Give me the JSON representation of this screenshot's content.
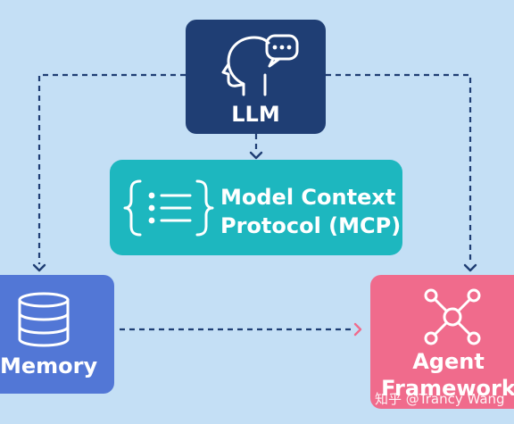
{
  "nodes": {
    "llm": {
      "label": "LLM",
      "icon": "head-with-speech-bubble-icon"
    },
    "mcp": {
      "line1": "Model Context",
      "line2": "Protocol (MCP)",
      "icon": "curly-brace-list-icon"
    },
    "memory": {
      "label": "Memory",
      "icon": "database-icon"
    },
    "agent": {
      "line1": "Agent",
      "line2": "Framework",
      "icon": "network-hub-icon"
    }
  },
  "edges": [
    {
      "from": "llm",
      "to": "mcp",
      "style": "dashed",
      "color": "#1f3e74"
    },
    {
      "from": "llm",
      "to": "memory",
      "style": "dashed",
      "color": "#1f3e74"
    },
    {
      "from": "llm",
      "to": "agent",
      "style": "dashed",
      "color": "#1f3e74"
    },
    {
      "from": "memory",
      "to": "agent",
      "style": "dashed",
      "color": "#1f3e74",
      "arrow_color": "#f06b8c"
    }
  ],
  "colors": {
    "background": "#c4dff5",
    "llm": "#1f3e74",
    "mcp": "#1db7bf",
    "memory": "#5277d6",
    "agent": "#f06b8c"
  },
  "watermark": "知乎 @Trancy Wang"
}
